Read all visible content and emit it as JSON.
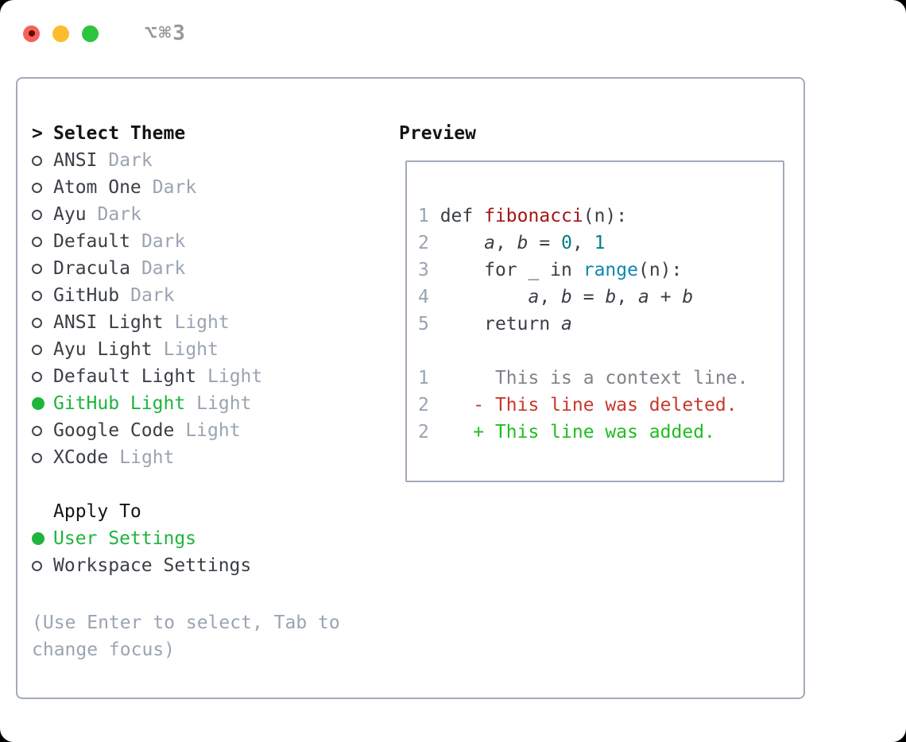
{
  "titlebar": {
    "shortcut": "⌥⌘3",
    "controls": [
      "close",
      "minimize",
      "zoom"
    ]
  },
  "theme_selector": {
    "prompt": ">",
    "title": "Select Theme",
    "themes": [
      {
        "name": "ANSI",
        "variant": "Dark",
        "selected": false
      },
      {
        "name": "Atom One",
        "variant": "Dark",
        "selected": false
      },
      {
        "name": "Ayu",
        "variant": "Dark",
        "selected": false
      },
      {
        "name": "Default",
        "variant": "Dark",
        "selected": false
      },
      {
        "name": "Dracula",
        "variant": "Dark",
        "selected": false
      },
      {
        "name": "GitHub",
        "variant": "Dark",
        "selected": false
      },
      {
        "name": "ANSI Light",
        "variant": "Light",
        "selected": false
      },
      {
        "name": "Ayu Light",
        "variant": "Light",
        "selected": false
      },
      {
        "name": "Default Light",
        "variant": "Light",
        "selected": false
      },
      {
        "name": "GitHub Light",
        "variant": "Light",
        "selected": true
      },
      {
        "name": "Google Code",
        "variant": "Light",
        "selected": false
      },
      {
        "name": "XCode",
        "variant": "Light",
        "selected": false
      }
    ]
  },
  "apply_to": {
    "title": "Apply To",
    "options": [
      {
        "name": "User Settings",
        "selected": true
      },
      {
        "name": "Workspace Settings",
        "selected": false
      }
    ]
  },
  "hint_lines": [
    "(Use Enter to select, Tab to",
    "change focus)"
  ],
  "preview": {
    "title": "Preview",
    "lines": [
      {
        "kind": "code",
        "num": "1",
        "segments": [
          [
            "plain",
            " def "
          ],
          [
            "func",
            "fibonacci"
          ],
          [
            "plain",
            "(n):"
          ]
        ]
      },
      {
        "kind": "code",
        "num": "2",
        "segments": [
          [
            "plain",
            "     "
          ],
          [
            "var",
            "a"
          ],
          [
            "plain",
            ", "
          ],
          [
            "var",
            "b"
          ],
          [
            "plain",
            " = "
          ],
          [
            "num",
            "0"
          ],
          [
            "plain",
            ", "
          ],
          [
            "num",
            "1"
          ]
        ]
      },
      {
        "kind": "code",
        "num": "3",
        "segments": [
          [
            "plain",
            "     for _ in "
          ],
          [
            "builtin",
            "range"
          ],
          [
            "plain",
            "(n):"
          ]
        ]
      },
      {
        "kind": "code",
        "num": "4",
        "segments": [
          [
            "plain",
            "         "
          ],
          [
            "var",
            "a"
          ],
          [
            "plain",
            ", "
          ],
          [
            "var",
            "b"
          ],
          [
            "plain",
            " = "
          ],
          [
            "var",
            "b"
          ],
          [
            "plain",
            ", "
          ],
          [
            "var",
            "a"
          ],
          [
            "plain",
            " + "
          ],
          [
            "var",
            "b"
          ]
        ]
      },
      {
        "kind": "code",
        "num": "5",
        "segments": [
          [
            "plain",
            "     return "
          ],
          [
            "var",
            "a"
          ]
        ]
      },
      {
        "kind": "blank",
        "num": "",
        "segments": []
      },
      {
        "kind": "context",
        "num": "1",
        "segments": [
          [
            "context",
            "      This is a context line."
          ]
        ]
      },
      {
        "kind": "deleted",
        "num": "2",
        "segments": [
          [
            "deleted",
            "    - This line was deleted."
          ]
        ]
      },
      {
        "kind": "added",
        "num": "2",
        "segments": [
          [
            "added",
            "    + This line was added."
          ]
        ]
      }
    ]
  },
  "colors": {
    "selection_green": "#1db53c",
    "added_green": "#21bc21",
    "deleted_red": "#c6392b",
    "function_red": "#a31515",
    "number_teal": "#008080",
    "builtin_blue": "#0e86b3",
    "muted_gray": "#9aa4b1",
    "line_number_gray": "#99a3b2",
    "context_gray": "#7f8388",
    "text_dark": "#3a3f46",
    "heading_black": "#121517",
    "circle_outline": "#42474f",
    "border_slate": "#a3abb8",
    "traffic_red": "#f8605a",
    "traffic_red_dot": "#5a0f06",
    "traffic_yellow": "#fbbd2e",
    "traffic_green": "#2dc53e",
    "shortcut_gray": "#98989d"
  }
}
